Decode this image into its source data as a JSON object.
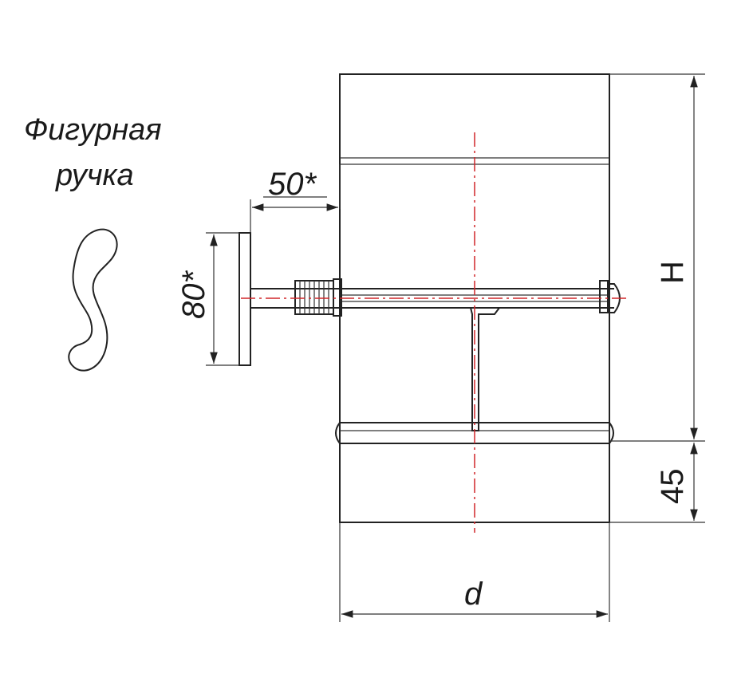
{
  "handle_caption": {
    "line1": "Фигурная",
    "line2": "ручка"
  },
  "dimensions": {
    "handle_offset": "50*",
    "handle_height": "80*",
    "height": "H",
    "socket": "45",
    "diameter": "d"
  },
  "colors": {
    "outline": "#222222",
    "axis": "#d0262a"
  }
}
